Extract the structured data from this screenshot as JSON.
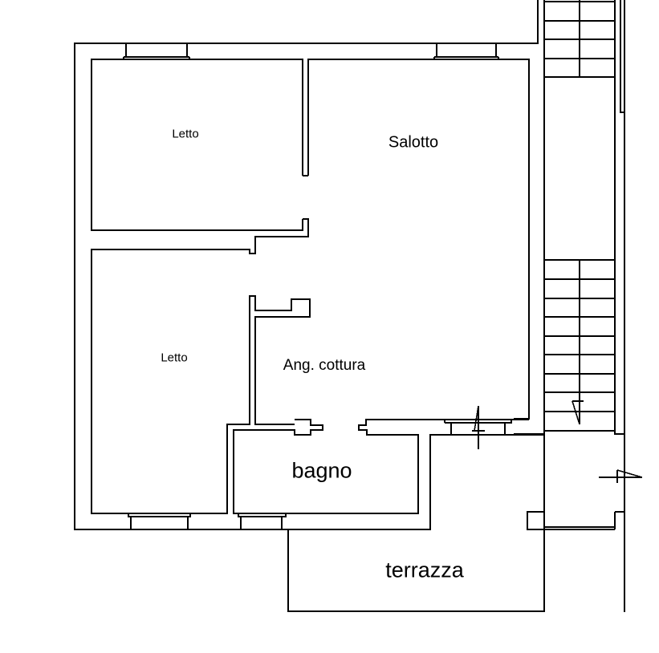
{
  "floor_plan": {
    "rooms": [
      {
        "id": "letto-1",
        "label": "Letto"
      },
      {
        "id": "salotto",
        "label": "Salotto"
      },
      {
        "id": "letto-2",
        "label": "Letto"
      },
      {
        "id": "ang-cottura",
        "label": "Ang. cottura"
      },
      {
        "id": "bagno",
        "label": "bagno"
      },
      {
        "id": "terrazza",
        "label": "terrazza"
      }
    ],
    "line_color": "#000000",
    "background": "#ffffff"
  }
}
